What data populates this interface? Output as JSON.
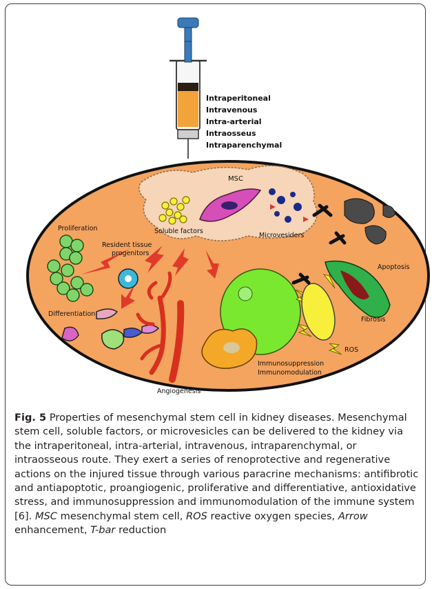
{
  "figure": {
    "routes": [
      "Intraperitoneal",
      "Intravenous",
      "Intra-arterial",
      "Intraosseus",
      "Intraparenchymal"
    ],
    "labels": {
      "msc": "MSC",
      "soluble": "Soluble factors",
      "microvesicles": "Microvesiders",
      "proliferation": "Proliferation",
      "resident_1": "Resident tissue",
      "resident_2": "progenitors",
      "differentiation": "Differentiation",
      "angiogenesis": "Angiogenesis",
      "immuno_1": "Immunosuppression",
      "immuno_2": "Immunomodulation",
      "ros": "ROS",
      "fibrosis": "Fibrosis",
      "apoptosis": "Apoptosis"
    }
  },
  "caption": {
    "fig_label": "Fig. 5",
    "title": "Properties of mesenchymal stem cell in kidney diseases.",
    "body": "Mesenchymal stem cell, soluble factors, or microvesicles can be delivered to the kidney via the intraperitoneal, intra-arterial, intravenous, intraparenchymal, or intraosseous route. They exert a series of renoprotective and regenerative actions on the injured tissue through various paracrine mechanisms: antifibrotic and antiapoptotic, proangiogenic, proliferative and differentiative, antioxidative stress, and immunosuppression and immunomodulation of the immune system [6]. ",
    "abbr_msc": "MSC",
    "abbr_msc_def": " mesenchymal stem cell, ",
    "abbr_ros": "ROS",
    "abbr_ros_def": " reactive oxygen species, ",
    "abbr_arrow": "Arrow",
    "abbr_arrow_def": " enhancement, ",
    "abbr_tbar": "T-bar",
    "abbr_tbar_def": " reduction"
  }
}
